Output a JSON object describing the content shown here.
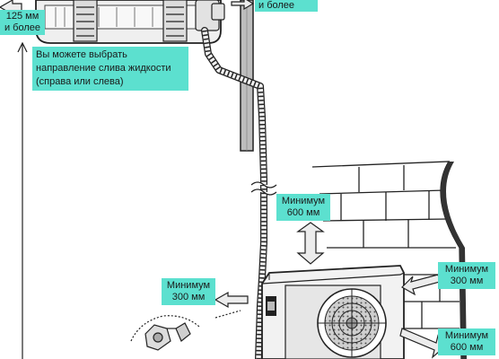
{
  "labels": {
    "top_left_clearance": {
      "line1": "125 мм",
      "line2": "и более"
    },
    "top_right_clearance": {
      "line1": "и более"
    },
    "drain_note": {
      "line1": "Вы можете выбрать",
      "line2": "направление слива жидкости",
      "line3": "(справа или слева)"
    },
    "min_top": {
      "line1": "Минимум",
      "line2": "600 мм"
    },
    "min_left": {
      "line1": "Минимум",
      "line2": "300 мм"
    },
    "min_right": {
      "line1": "Минимум",
      "line2": "300 мм"
    },
    "min_front": {
      "line1": "Минимум",
      "line2": "600 мм"
    }
  },
  "colors": {
    "label_bg": "#5ce0cf",
    "line": "#222222",
    "arrow_fill": "#e6e6e6"
  }
}
